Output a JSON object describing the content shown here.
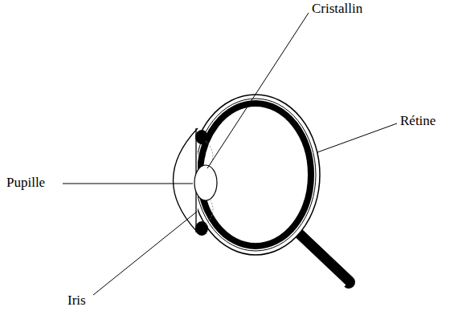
{
  "diagram": {
    "labels": [
      "Cristallin",
      "Rétine",
      "Pupille",
      "Iris"
    ]
  }
}
